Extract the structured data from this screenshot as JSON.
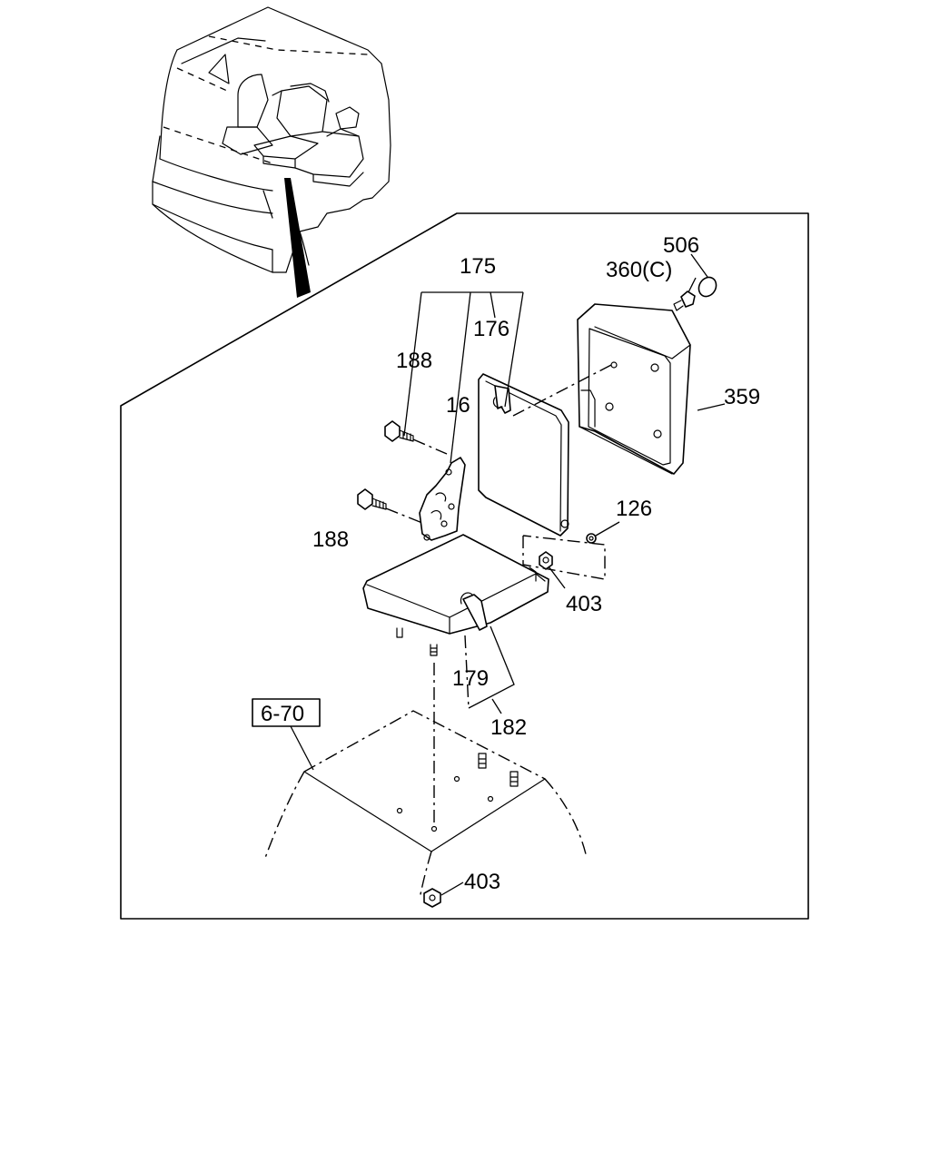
{
  "callouts": {
    "c506": "506",
    "c360": "360(C)",
    "c175": "175",
    "c176": "176",
    "c188_top": "188",
    "c16": "16",
    "c359": "359",
    "c188_bottom": "188",
    "c126": "126",
    "c403_right": "403",
    "c179": "179",
    "c182": "182",
    "c403_bottom": "403"
  },
  "reference_box": {
    "label": "6-70"
  }
}
